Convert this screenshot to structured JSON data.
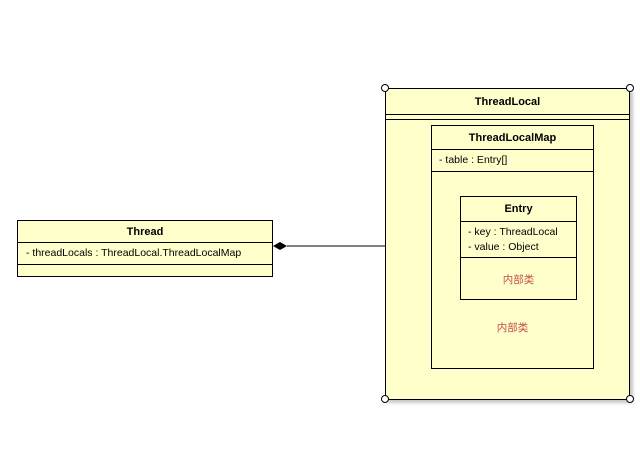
{
  "thread": {
    "name": "Thread",
    "attributes": [
      "- threadLocals : ThreadLocal.ThreadLocalMap"
    ]
  },
  "thread_local": {
    "name": "ThreadLocal"
  },
  "thread_local_map": {
    "name": "ThreadLocalMap",
    "attributes": [
      "- table : Entry[]"
    ],
    "note": "内部类"
  },
  "entry": {
    "name": "Entry",
    "attributes": [
      "- key : ThreadLocal",
      "- value : Object"
    ],
    "note": "内部类"
  },
  "colors": {
    "class_fill": "#ffffcc",
    "border": "#000000",
    "note_text": "#c0504d"
  }
}
